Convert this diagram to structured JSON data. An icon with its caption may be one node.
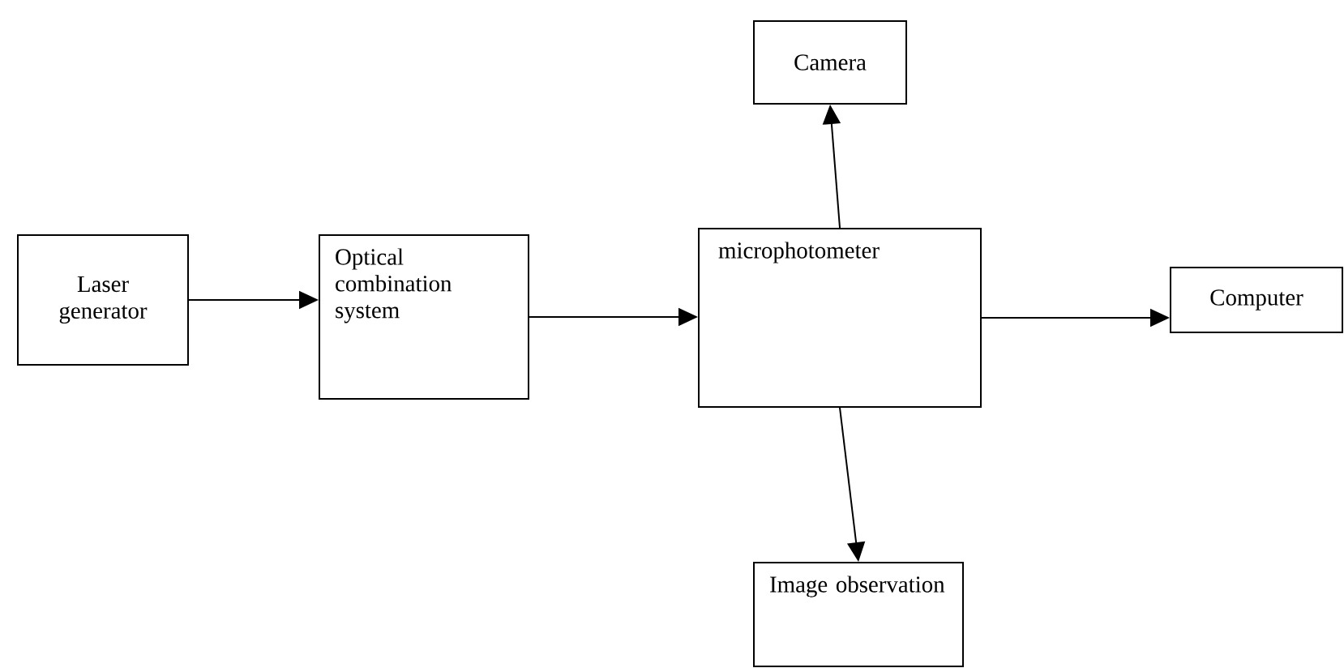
{
  "diagram": {
    "nodes": [
      {
        "text": [
          "Laser generator"
        ]
      },
      {
        "text": [
          "Optical combination system"
        ]
      },
      {
        "text": [
          "microphotometer"
        ]
      },
      {
        "text": [
          "Camera"
        ]
      },
      {
        "text": [
          "Computer"
        ]
      },
      {
        "text": [
          "Image observation"
        ]
      }
    ],
    "edges": [
      {
        "from": 0,
        "to": 1,
        "arrow": "to"
      },
      {
        "from": 1,
        "to": 2,
        "arrow": "to"
      },
      {
        "from": 2,
        "to": 3,
        "arrow": "to"
      },
      {
        "from": 2,
        "to": 4,
        "arrow": "to"
      },
      {
        "from": 2,
        "to": 5,
        "arrow": "to"
      }
    ]
  }
}
